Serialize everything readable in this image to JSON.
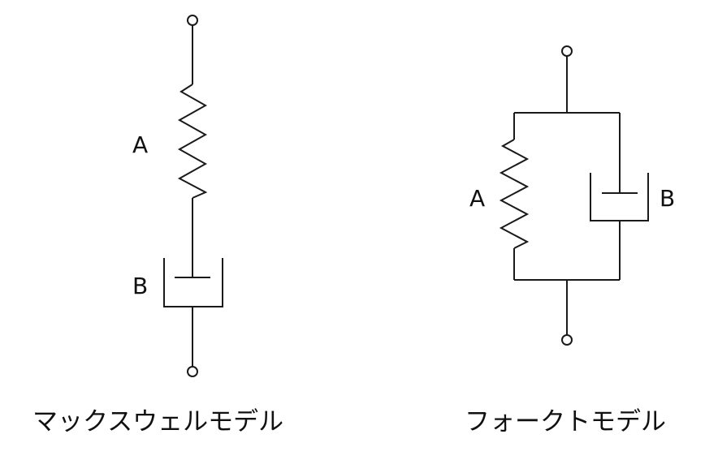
{
  "maxwell": {
    "spring_label": "A",
    "dashpot_label": "B",
    "caption": "マックスウェルモデル"
  },
  "voigt": {
    "spring_label": "A",
    "dashpot_label": "B",
    "caption": "フォークトモデル"
  }
}
